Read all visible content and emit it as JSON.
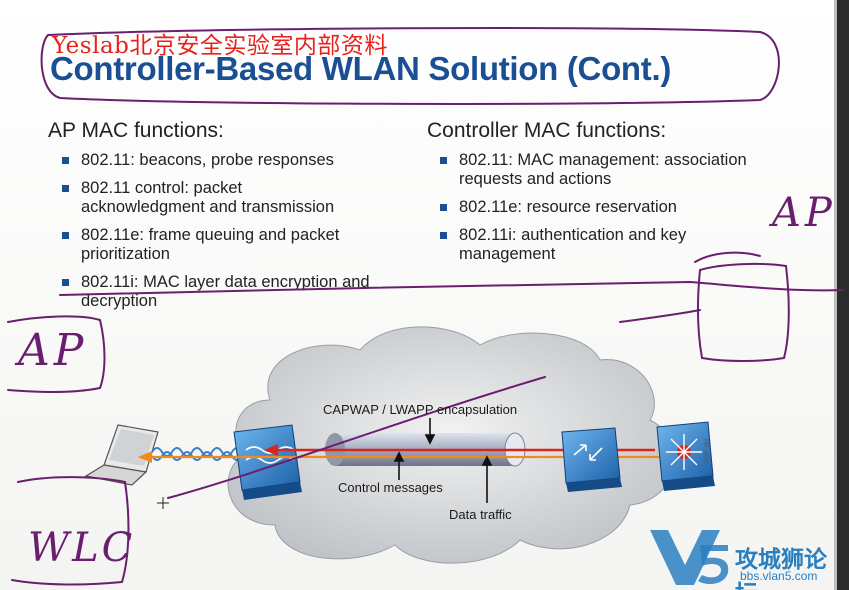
{
  "watermark": "Yeslab北京安全实验室内部资料",
  "title": "Controller-Based WLAN Solution (Cont.)",
  "ap_column": {
    "heading": "AP MAC functions:",
    "items": [
      "802.11: beacons, probe responses",
      "802.11 control: packet acknowledgment and transmission",
      "802.11e: frame queuing and packet prioritization",
      "802.11i: MAC layer data encryption and decryption"
    ]
  },
  "controller_column": {
    "heading": "Controller MAC functions:",
    "items": [
      "802.11: MAC management: association requests and actions",
      "802.11e: resource reservation",
      "802.11i: authentication and key management"
    ]
  },
  "diagram": {
    "capwap_label": "CAPWAP / LWAPP encapsulation",
    "control_label": "Control messages",
    "data_label": "Data traffic",
    "snap_id": "SNAP_884"
  },
  "annotations": {
    "ap_left": "AP",
    "ap_right": "AP",
    "wlc": "WLC"
  },
  "logo": {
    "mark": "V5",
    "name": "攻城狮论坛",
    "url": "bbs.vlan5.com"
  },
  "colors": {
    "title": "#1b4f93",
    "watermark": "#e8211b",
    "ink": "#6a1f6e",
    "control_arrow": "#d9261c",
    "data_arrow": "#f08a1c",
    "logo": "#2a7fc1"
  }
}
